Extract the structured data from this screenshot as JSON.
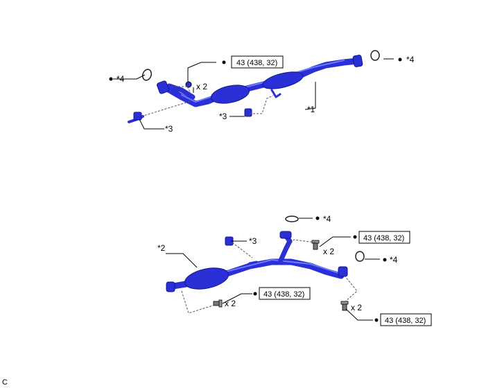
{
  "callouts": {
    "part1": "*1",
    "part2": "*2",
    "part3": "*3",
    "part4": "*4"
  },
  "quantities": {
    "x2": "x 2"
  },
  "torque": {
    "nut_top": "43 (438, 32)",
    "bolt_front": "43 (438, 32)",
    "bolt_rear_left": "43 (438, 32)",
    "bolt_rear_right": "43 (438, 32)"
  },
  "corner_mark": "C",
  "colors": {
    "pipe": "#2a2fd6",
    "pipe_highlight": "#6f7bff",
    "line": "#000000"
  }
}
